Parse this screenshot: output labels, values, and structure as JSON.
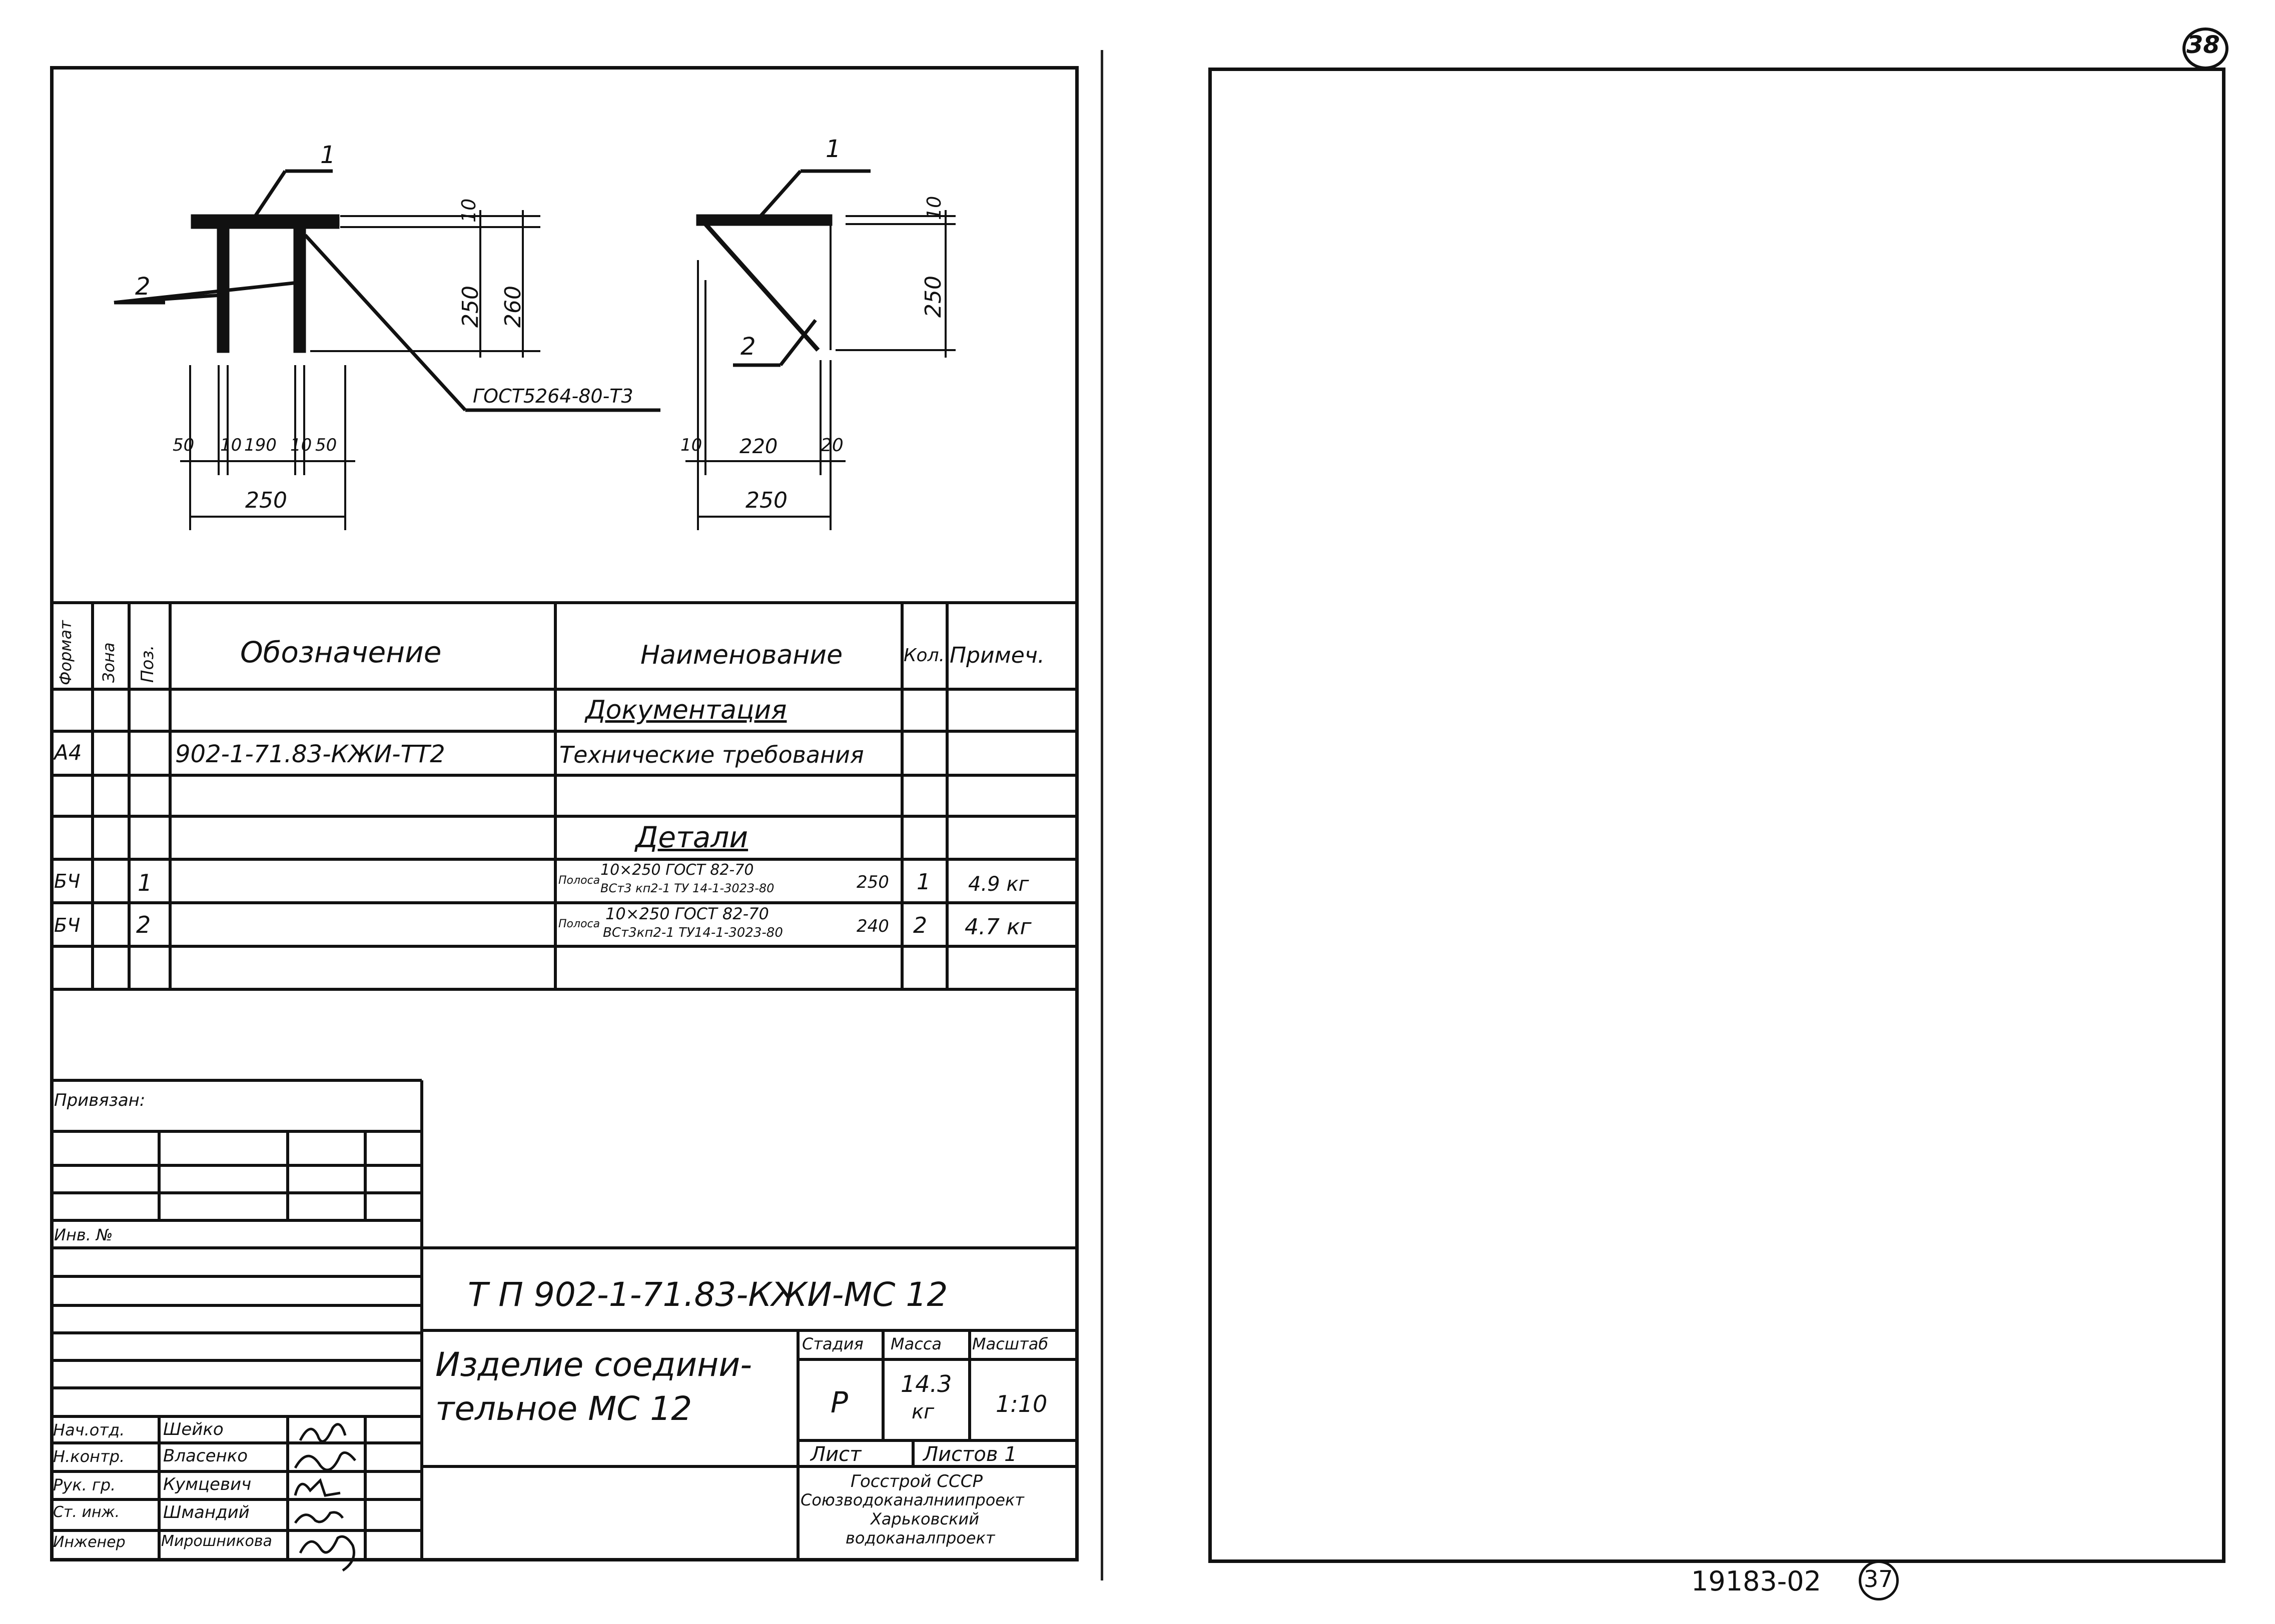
{
  "corner_page": "38",
  "drawing_left": {
    "callout_1": "1",
    "callout_2": "2",
    "dim_10": "10",
    "dim_250": "250",
    "dim_260": "260",
    "weld_note": "ГОСТ5264-80-Т3",
    "bottom_dims": [
      "50",
      "10",
      "190",
      "10",
      "50"
    ],
    "overall": "250"
  },
  "drawing_right": {
    "callout_1": "1",
    "callout_2": "2",
    "dim_10": "10",
    "dim_250": "250",
    "bottom_dims": [
      "10",
      "220",
      "20"
    ],
    "overall": "250"
  },
  "spec_table": {
    "headers": {
      "format": "Формат",
      "zone": "Зона",
      "pos": "Поз.",
      "designation": "Обозначение",
      "name": "Наименование",
      "qty": "Кол.",
      "note": "Примеч."
    },
    "section_docs": "Документация",
    "doc_row": {
      "format": "А4",
      "designation": "902-1-71.83-КЖИ-ТТ2",
      "name": "Технические требования"
    },
    "section_parts": "Детали",
    "rows": [
      {
        "format": "БЧ",
        "pos": "1",
        "prefix": "Полоса",
        "line1": "10×250 ГОСТ 82-70",
        "line2": "ВСт3 кп2-1 ТУ 14-1-3023-80",
        "len": "250",
        "qty": "1",
        "note": "4.9 кг"
      },
      {
        "format": "БЧ",
        "pos": "2",
        "prefix": "Полоса",
        "line1": "10×250 ГОСТ 82-70",
        "line2": "ВСт3кп2-1 ТУ14-1-3023-80",
        "len": "240",
        "qty": "2",
        "note": "4.7 кг"
      }
    ]
  },
  "stamp": {
    "attached": "Привязан:",
    "inv": "Инв. №",
    "code": "Т П 902-1-71.83-КЖИ-МС 12",
    "title_line1": "Изделие соедини-",
    "title_line2": "тельное  МС 12",
    "stage_label": "Стадия",
    "mass_label": "Масса",
    "scale_label": "Масштаб",
    "stage": "Р",
    "mass": "14.3",
    "mass_unit": "кг",
    "scale": "1:10",
    "sheet_label": "Лист",
    "sheets_label": "Листов 1",
    "org_line1": "Госстрой СССР",
    "org_line2": "Союзводоканалниипроект",
    "org_line3": "Харьковский",
    "org_line4": "водоканалпроект",
    "people": [
      {
        "role": "Нач.отд.",
        "name": "Шейко"
      },
      {
        "role": "Н.контр.",
        "name": "Власенко"
      },
      {
        "role": "Рук. гр.",
        "name": "Кумцевич"
      },
      {
        "role": "Ст. инж.",
        "name": "Шмандий"
      },
      {
        "role": "Инженер",
        "name": "Мирошникова"
      }
    ]
  },
  "footer": {
    "archive_no": "19183-02",
    "page_no": "37"
  }
}
